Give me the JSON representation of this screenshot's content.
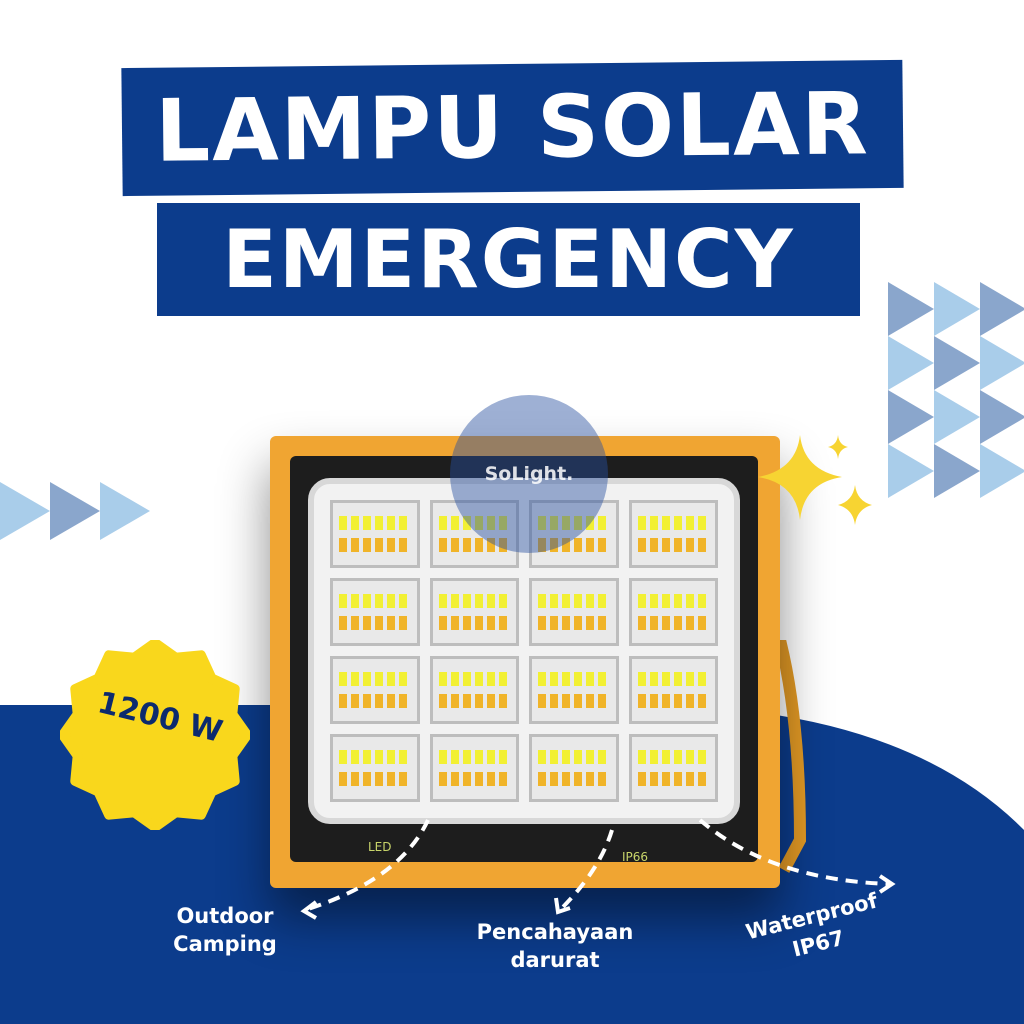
{
  "title": {
    "line1": "LAMPU SOLAR",
    "line2": "EMERGENCY"
  },
  "badge": {
    "text": "1200 W",
    "color": "#f9d71c"
  },
  "logo": {
    "text": "SoLight."
  },
  "product": {
    "led_label": "LED",
    "rating_label": "IP66",
    "frame_color": "#f0a532"
  },
  "features": [
    {
      "line1": "Outdoor",
      "line2": "Camping"
    },
    {
      "line1": "Pencahayaan",
      "line2": "darurat"
    },
    {
      "line1": "Waterproof",
      "line2": "IP67"
    }
  ],
  "colors": {
    "brand_blue": "#0c3c8c",
    "light_blue": "#a9cdea",
    "mid_blue": "#8aa6cc"
  }
}
